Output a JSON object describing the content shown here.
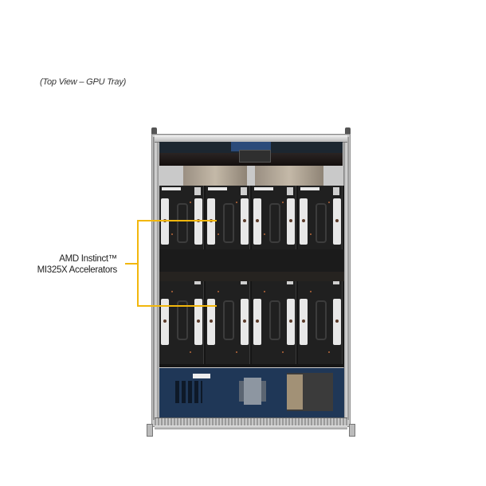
{
  "figure": {
    "caption": "(Top View – GPU Tray)",
    "callout": {
      "line1": "AMD Instinct™",
      "line2": "MI325X Accelerators",
      "color": "#f2b70c"
    },
    "subject": "GPU tray top view",
    "gpu_modules": {
      "rows": 2,
      "per_row": 4,
      "count": 8
    }
  }
}
